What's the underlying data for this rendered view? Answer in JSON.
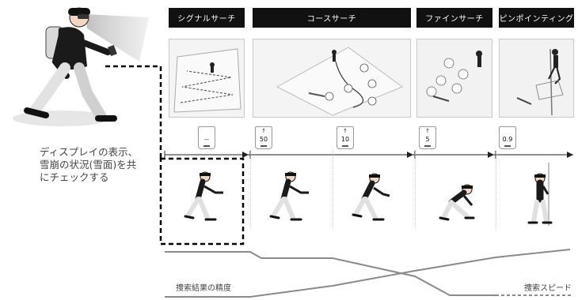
{
  "phases": [
    {
      "label": "シグナルサーチ"
    },
    {
      "label": "コースサーチ"
    },
    {
      "label": "ファインサーチ"
    },
    {
      "label": "ピンポインティング"
    }
  ],
  "readouts": [
    "--",
    "50",
    "10",
    "5",
    "0.9"
  ],
  "caption": "ディスプレイの表示、雪崩の状況(雪面)を共にチェックする",
  "labels": {
    "accuracy": "捜索結果の精度",
    "speed": "捜索スピード"
  },
  "colors": {
    "header_bg": "#111111",
    "curve": "#8a8a8a",
    "highlight_box": "#000000"
  }
}
